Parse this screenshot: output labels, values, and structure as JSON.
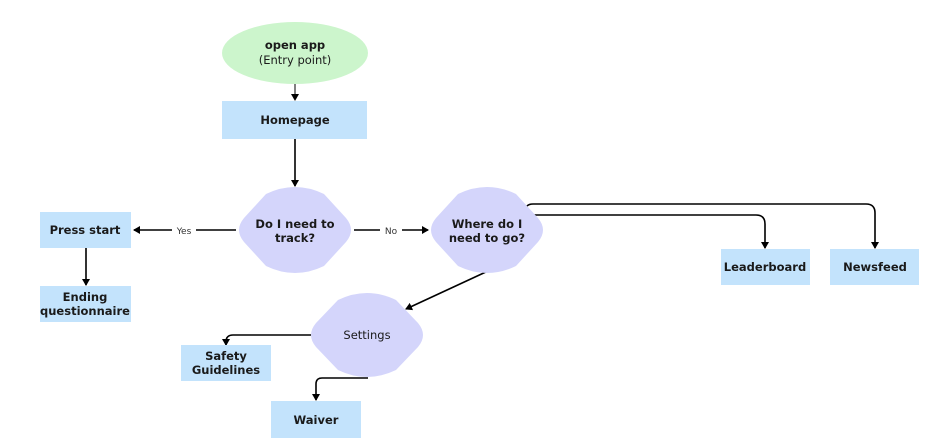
{
  "colors": {
    "box": "#c3e3fc",
    "decision": "#d4d5fb",
    "entry": "#ccf5cc",
    "line": "#000000"
  },
  "nodes": {
    "entry": {
      "line1": "open app",
      "line2": "(Entry point)"
    },
    "homepage": {
      "label": "Homepage"
    },
    "need_track": {
      "line1": "Do I need to",
      "line2": "track?"
    },
    "where_go": {
      "line1": "Where do I",
      "line2": "need to go?"
    },
    "press_start": {
      "label": "Press start"
    },
    "ending": {
      "line1": "Ending",
      "line2": "questionnaire"
    },
    "leaderboard": {
      "label": "Leaderboard"
    },
    "newsfeed": {
      "label": "Newsfeed"
    },
    "settings": {
      "label": "Settings"
    },
    "safety": {
      "line1": "Safety",
      "line2": "Guidelines"
    },
    "waiver": {
      "label": "Waiver"
    }
  },
  "edges": {
    "yes": "Yes",
    "no": "No"
  }
}
